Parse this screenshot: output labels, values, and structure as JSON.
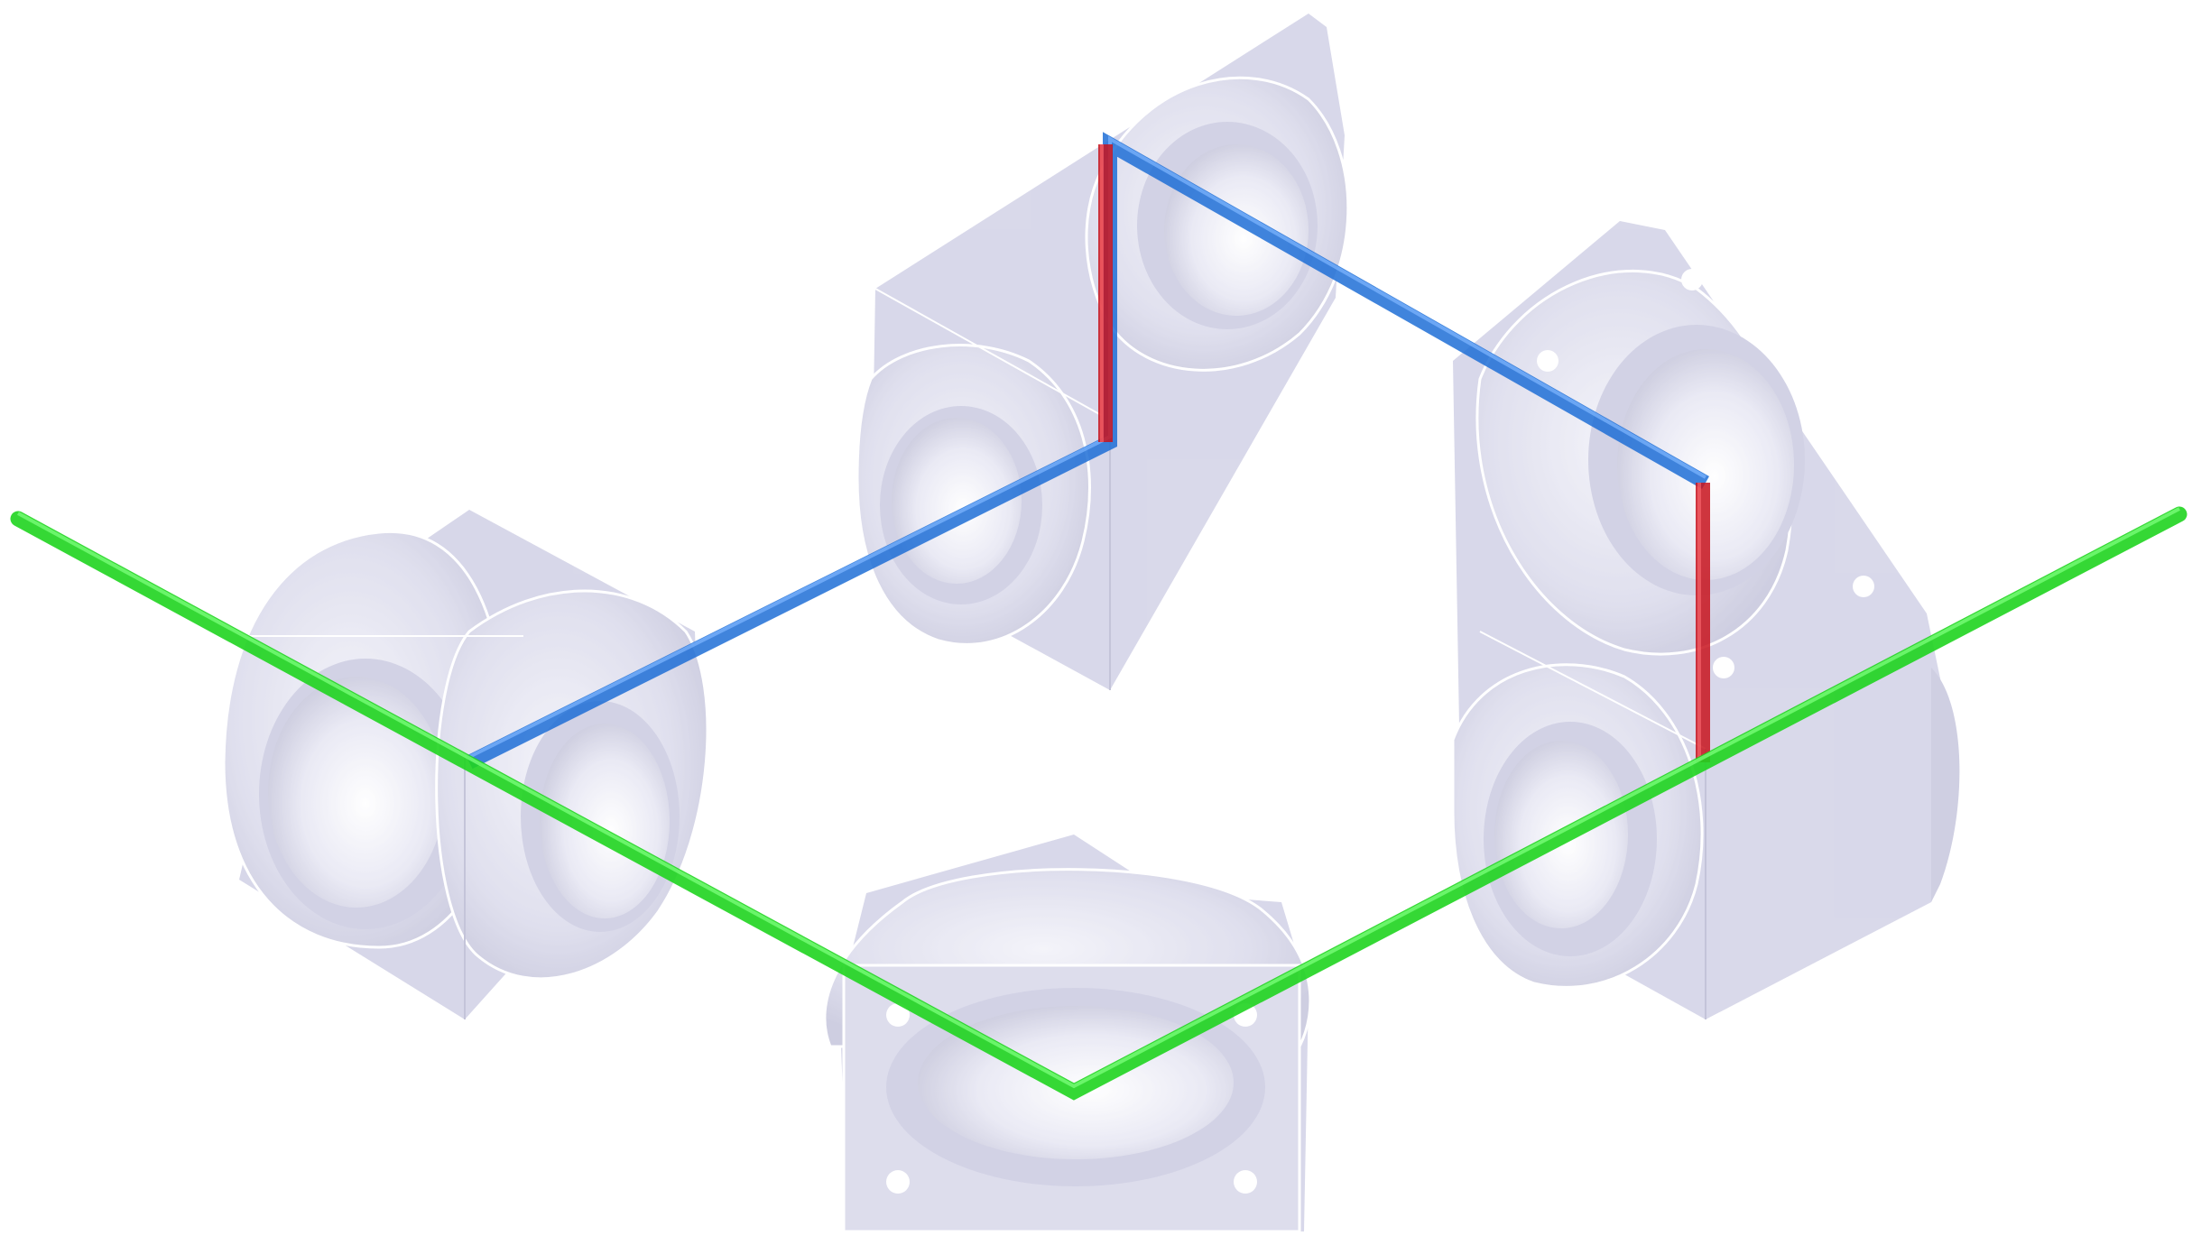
{
  "scene": {
    "type": "3d-cad-piping-assembly",
    "background": "#ffffff",
    "part_fill": "#d6d6ea",
    "part_face_light": "#e6e6f3",
    "part_face_dark": "#b9b9d3",
    "part_edge": "#ffffff",
    "part_opacity": 0.72
  },
  "parts": [
    {
      "id": "valve-body-left",
      "shape": "cylindrical-cross"
    },
    {
      "id": "valve-body-top",
      "shape": "angled-flange"
    },
    {
      "id": "valve-body-right",
      "shape": "angled-flange-tall"
    },
    {
      "id": "valve-body-bottom",
      "shape": "square-flange"
    }
  ],
  "routes": [
    {
      "id": "green-route",
      "color": "#1fd41f",
      "highlight": "#7cff7c",
      "segments": 2
    },
    {
      "id": "blue-route",
      "color": "#1f6fd6",
      "highlight": "#7fb6ff",
      "segments": 3
    },
    {
      "id": "red-route",
      "color": "#c8141e",
      "highlight": "#ff6b72",
      "segments": 2
    }
  ]
}
